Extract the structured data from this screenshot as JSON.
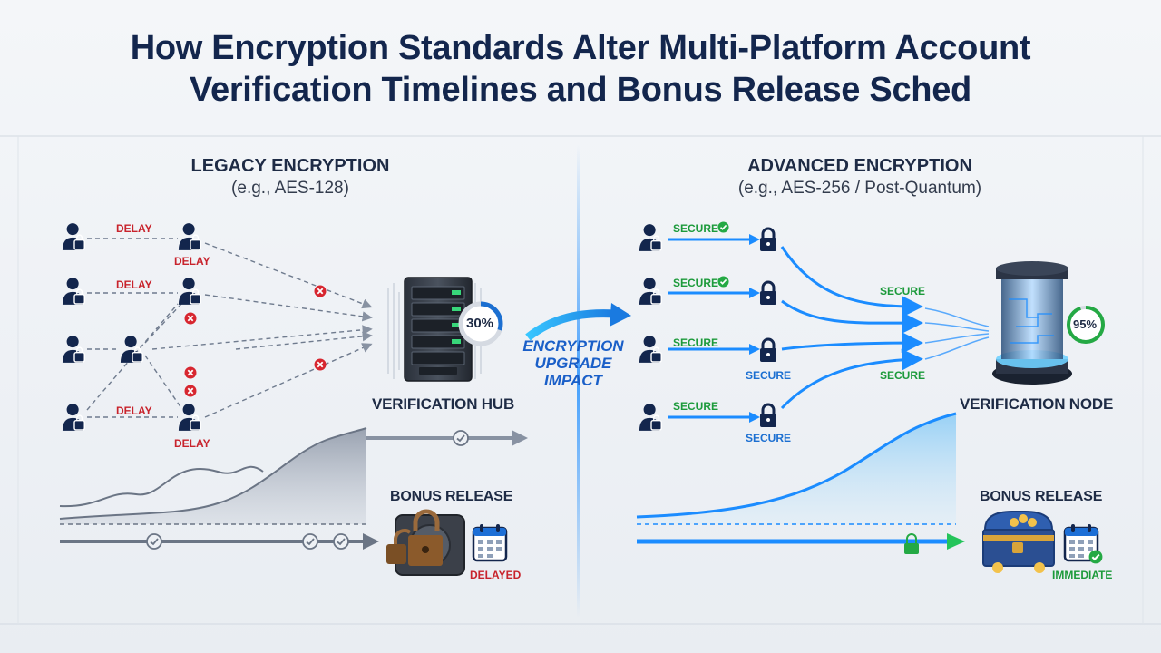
{
  "title_line1": "How Encryption Standards Alter Multi-Platform Account",
  "title_line2": "Verification Timelines and Bonus Release Sched",
  "legacy": {
    "heading": "LEGACY ENCRYPTION",
    "subheading": "(e.g., AES-128)",
    "delay_label": "DELAY",
    "hub_label": "VERIFICATION HUB",
    "hub_progress": "30%",
    "hub_progress_value": 30,
    "bonus_label": "BONUS RELEASE",
    "bonus_status": "DELAYED"
  },
  "center": {
    "line1": "ENCRYPTION",
    "line2": "UPGRADE",
    "line3": "IMPACT"
  },
  "advanced": {
    "heading": "ADVANCED ENCRYPTION",
    "subheading": "(e.g., AES-256 / Post-Quantum)",
    "secure_label": "SECURE",
    "node_label": "VERIFICATION NODE",
    "node_progress": "95%",
    "node_progress_value": 95,
    "bonus_label": "BONUS RELEASE",
    "bonus_status": "IMMEDIATE"
  },
  "colors": {
    "navy": "#13264d",
    "delay_red": "#c8232c",
    "secure_green": "#1c9a3b",
    "accent_blue": "#1b8cff",
    "legacy_gray": "#6b7585"
  }
}
